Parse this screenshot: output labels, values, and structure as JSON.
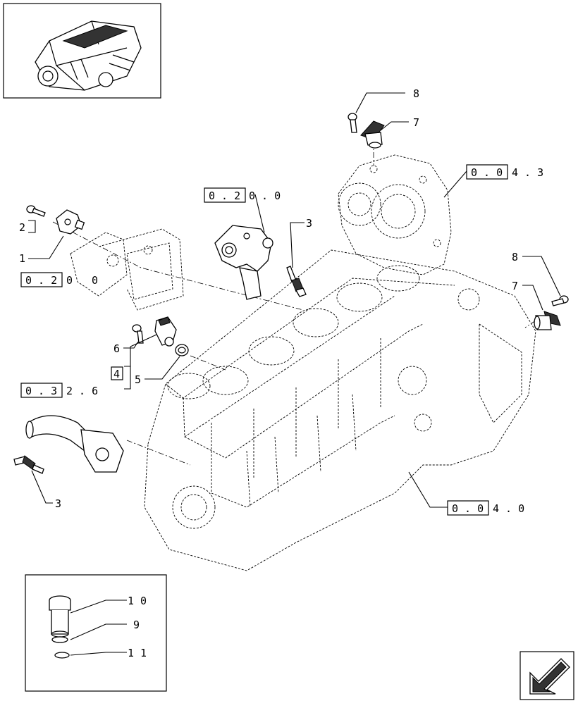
{
  "callouts": {
    "c1": "1",
    "c2": "2",
    "c3a": "3",
    "c3b": "3",
    "c4": "4",
    "c5": "5",
    "c6": "6",
    "c7a": "7",
    "c7b": "7",
    "c8a": "8",
    "c8b": "8",
    "c9": "9",
    "c10": "1 0",
    "c11": "1 1"
  },
  "refs": {
    "r0200": {
      "boxed": "0 . 2",
      "rest": "0 . 0"
    },
    "r020": {
      "boxed": "0 . 2",
      "rest": "0"
    },
    "r0326": {
      "boxed": "0 . 3",
      "rest": "2 . 6"
    },
    "r043": {
      "boxed": "0 . 0",
      "rest": "4 . 3"
    },
    "r040": {
      "boxed": "0 . 0",
      "rest": "4 . 0"
    }
  },
  "icons": {
    "thumbnail": "engine-thumbnail-icon",
    "nav": "next-page-arrow-icon"
  }
}
